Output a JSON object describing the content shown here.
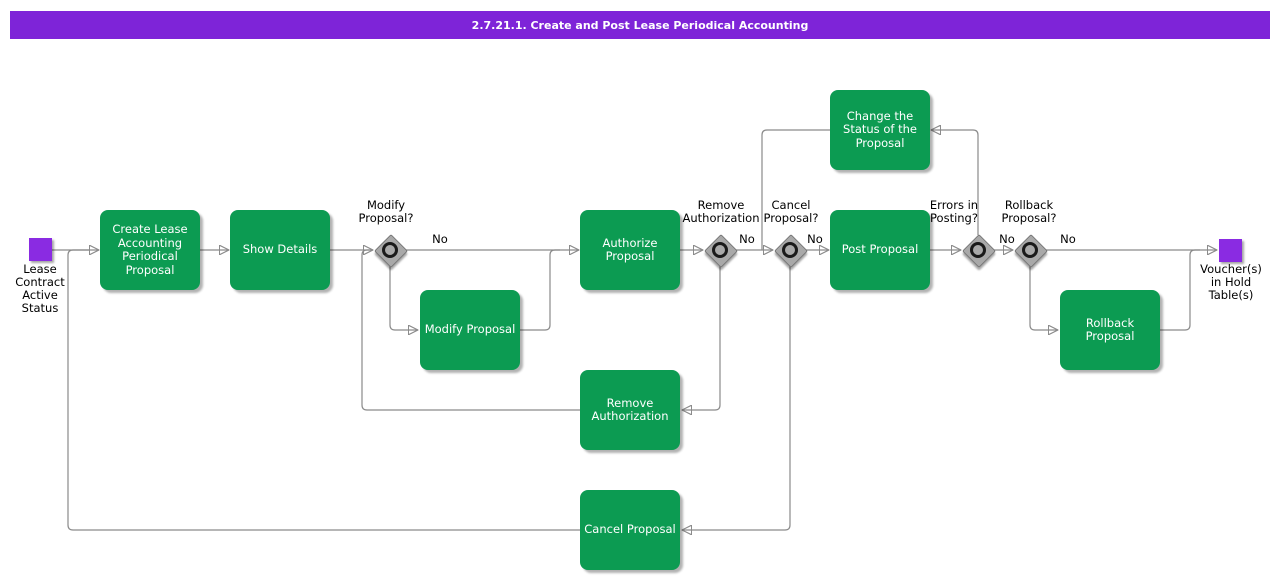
{
  "header": {
    "title": "2.7.21.1. Create and Post Lease Periodical Accounting"
  },
  "colors": {
    "header_bg": "#7E24D8",
    "task_green": "#0C9B52",
    "event_purple": "#8A2BE2",
    "line_gray": "#8A8A8A",
    "diamond_gray": "#A9A9A9"
  },
  "events": {
    "start": {
      "label": "Lease\nContract\nActive\nStatus"
    },
    "end": {
      "label": "Voucher(s)\nin Hold\nTable(s)"
    }
  },
  "tasks": {
    "create": {
      "label": "Create Lease\nAccounting\nPeriodical\nProposal"
    },
    "show": {
      "label": "Show Details"
    },
    "modify": {
      "label": "Modify Proposal"
    },
    "authorize": {
      "label": "Authorize\nProposal"
    },
    "remove_auth": {
      "label": "Remove\nAuthorization"
    },
    "cancel": {
      "label": "Cancel Proposal"
    },
    "post": {
      "label": "Post Proposal"
    },
    "change_status": {
      "label": "Change the\nStatus of the\nProposal"
    },
    "rollback": {
      "label": "Rollback\nProposal"
    }
  },
  "decisions": {
    "modify": {
      "question": "Modify\nProposal?",
      "no": "No"
    },
    "remove_auth": {
      "question": "Remove\nAuthorization",
      "no": "No"
    },
    "cancel": {
      "question": "Cancel\nProposal?",
      "no": "No"
    },
    "errors": {
      "question": "Errors in\nPosting?",
      "no": "No"
    },
    "rollback": {
      "question": "Rollback\nProposal?",
      "no": "No"
    }
  }
}
